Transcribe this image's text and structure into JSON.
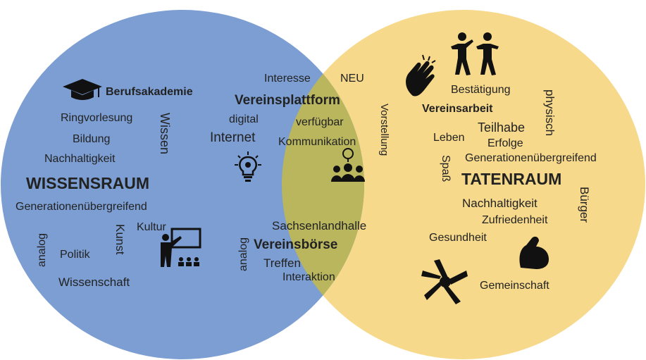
{
  "colors": {
    "left_circle": "#7c9ed3",
    "right_circle": "#f7d98c",
    "overlap": "#b9b65e",
    "text": "#222222",
    "icon": "#111111"
  },
  "left": {
    "title": "WISSENSRAUM",
    "berufsakademie": "Berufsakademie",
    "ringvorlesung": "Ringvorlesung",
    "bildung": "Bildung",
    "wissen": "Wissen",
    "nachhaltigkeit": "Nachhaltigkeit",
    "generationen": "Generationenübergreifend",
    "kultur": "Kultur",
    "kunst": "Kunst",
    "analog": "analog",
    "politik": "Politik",
    "wissenschaft": "Wissenschaft"
  },
  "center": {
    "interesse": "Interesse",
    "neu": "NEU",
    "vereinsplattform": "Vereinsplattform",
    "digital": "digital",
    "verfuegbar": "verfügbar",
    "vorstellung": "Vorstellung",
    "internet": "Internet",
    "kommunikation": "Kommunikation",
    "sachsenlandhalle": "Sachsenlandhalle",
    "analog": "analog",
    "vereinsboerse": "Vereinsbörse",
    "treffen": "Treffen",
    "interaktion": "Interaktion"
  },
  "right": {
    "title": "TATENRAUM",
    "bestaetigung": "Bestätigung",
    "physisch": "physisch",
    "vereinsarbeit": "Vereinsarbeit",
    "teilhabe": "Teilhabe",
    "leben": "Leben",
    "erfolge": "Erfolge",
    "generationen": "Generationenübergreifend",
    "spass": "Spaß",
    "nachhaltigkeit": "Nachhaltigkeit",
    "buerger": "Bürger",
    "zufriedenheit": "Zufriedenheit",
    "gesundheit": "Gesundheit",
    "gemeinschaft": "Gemeinschaft"
  },
  "icons": [
    "graduation-cap-icon",
    "teacher-presentation-icon",
    "lightbulb-gear-icon",
    "team-idea-icon",
    "clapping-hands-icon",
    "dancing-people-icon",
    "flexed-arm-icon",
    "hands-together-icon"
  ]
}
